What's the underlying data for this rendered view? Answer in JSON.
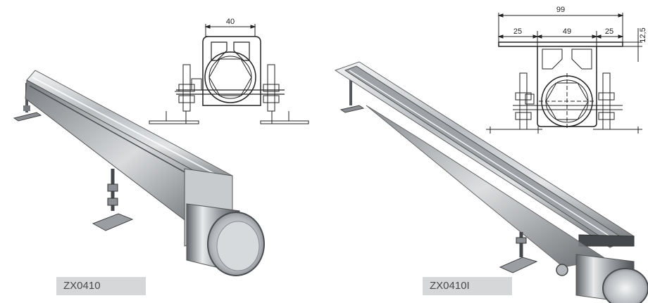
{
  "products": [
    {
      "code": "ZX0410",
      "drawing_dimensions": {
        "width": "40"
      }
    },
    {
      "code": "ZX0410I",
      "drawing_dimensions": {
        "overall_width": "99",
        "left_flange": "25",
        "channel_width": "49",
        "right_flange": "25",
        "flange_thickness": "12,5"
      }
    }
  ],
  "colors": {
    "label_background": "#d6d7d9",
    "label_text": "#4a4a4a",
    "steel_light": "#e6e8ea",
    "steel_mid": "#a9adb1",
    "steel_dark": "#55595d"
  }
}
